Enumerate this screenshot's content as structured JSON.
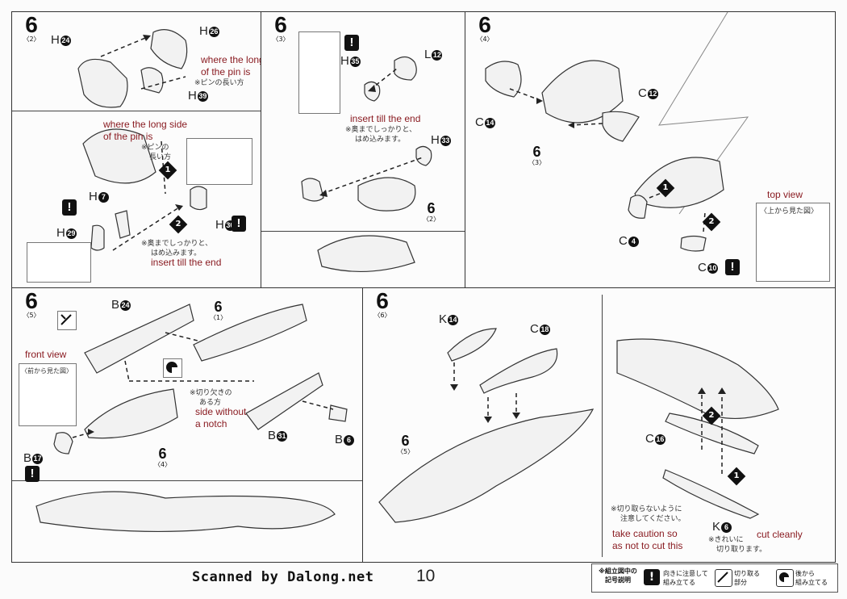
{
  "steps": {
    "s62": {
      "num": "6",
      "sub": "〈2〉"
    },
    "s63": {
      "num": "6",
      "sub": "〈3〉"
    },
    "s64": {
      "num": "6",
      "sub": "〈4〉"
    },
    "s65": {
      "num": "6",
      "sub": "〈5〉"
    },
    "s66": {
      "num": "6",
      "sub": "〈6〉"
    }
  },
  "parts": {
    "h24": "H",
    "h24n": "24",
    "h26": "H",
    "h26n": "26",
    "h39": "H",
    "h39n": "39",
    "h7": "H",
    "h7n": "7",
    "h29": "H",
    "h29n": "29",
    "h30": "H",
    "h30n": "30",
    "h35": "H",
    "h35n": "35",
    "l12": "L",
    "l12n": "12",
    "h33": "H",
    "h33n": "33",
    "c14": "C",
    "c14n": "14",
    "c12": "C",
    "c12n": "12",
    "c4": "C",
    "c4n": "4",
    "c10": "C",
    "c10n": "10",
    "b24": "B",
    "b24n": "24",
    "b31": "B",
    "b31n": "31",
    "b6": "B",
    "b6n": "6",
    "b17": "B",
    "b17n": "17",
    "k14": "K",
    "k14n": "14",
    "c18": "C",
    "c18n": "18",
    "c16": "C",
    "c16n": "16",
    "k6": "K",
    "k6n": "6"
  },
  "refs": {
    "r63": {
      "n": "6",
      "s": "〈3〉"
    },
    "r62": {
      "n": "6",
      "s": "〈2〉"
    },
    "r61": {
      "n": "6",
      "s": "〈1〉"
    },
    "r64": {
      "n": "6",
      "s": "〈4〉"
    },
    "r65": {
      "n": "6",
      "s": "〈5〉"
    }
  },
  "notes": {
    "en_long_side_1": "where the long side",
    "en_long_side_2": "of the pin is",
    "jp_pin_long_1": "※ピンの長い方",
    "en_long_side_b1": "where the long side",
    "en_long_side_b2": "of the pin is",
    "jp_pin_long_b1": "※ピンの",
    "jp_pin_long_b2": "長い方",
    "jp_insert_1": "※奥までしっかりと、",
    "jp_insert_2": "はめ込みます。",
    "en_insert_1": "insert till the end",
    "en_insert_2": "insert till the end",
    "jp_insert_3": "※奥までしっかりと、",
    "jp_insert_4": "はめ込みます。",
    "en_top_view": "top view",
    "jp_top_view": "〈上から見た図〉",
    "en_front_view": "front view",
    "jp_front_view": "〈前から見た図〉",
    "jp_notch_1": "※切り欠きの",
    "jp_notch_2": "ある方",
    "en_notch_1": "side without",
    "en_notch_2": "a notch",
    "jp_caution_1": "※切り取らないように",
    "jp_caution_2": "注意してください。",
    "en_caution_1": "take caution so",
    "en_caution_2": "as not to cut this",
    "en_cut_clean": "cut cleanly",
    "jp_cut_1": "※きれいに",
    "jp_cut_2": "切り取ります。"
  },
  "step_numbers": {
    "one": "1",
    "two": "2"
  },
  "warn_mark": "!",
  "footer": {
    "credit": "Scanned by Dalong.net",
    "page": "10",
    "legend_title_1": "※組立図中の",
    "legend_title_2": "記号説明",
    "legend_1_1": "向きに注意して",
    "legend_1_2": "組み立てる",
    "legend_2_1": "切り取る",
    "legend_2_2": "部分",
    "legend_3_1": "後から",
    "legend_3_2": "組み立てる"
  },
  "icons": {
    "warning": "exclamation-icon",
    "cut": "knife-icon",
    "later": "half-circle-icon"
  }
}
